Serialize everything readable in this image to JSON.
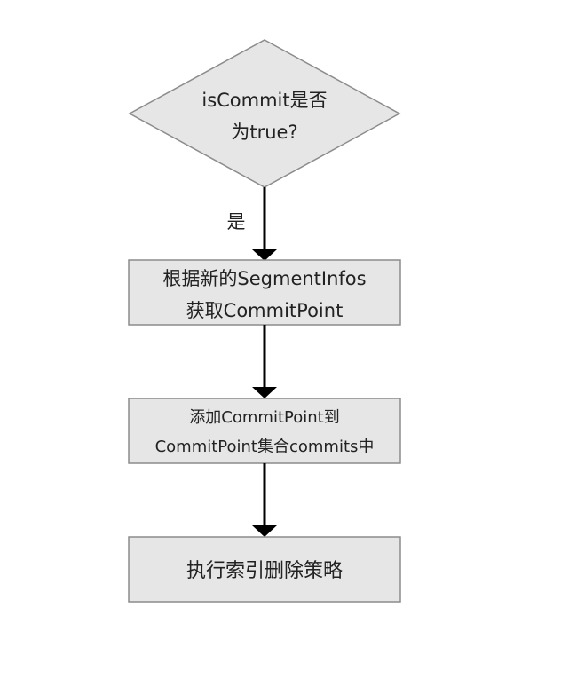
{
  "nodes": {
    "decision": {
      "line1": "isCommit是否",
      "line2": "为true?"
    },
    "step1": {
      "line1": "根据新的SegmentInfos",
      "line2": "获取CommitPoint"
    },
    "step2": {
      "line1": "添加CommitPoint到",
      "line2": "CommitPoint集合commits中"
    },
    "step3": {
      "line1": "执行索引删除策略"
    }
  },
  "edges": {
    "decision_to_step1": {
      "label": "是"
    }
  },
  "colors": {
    "node_fill": "#e6e6e6",
    "node_stroke": "#8c8c8c",
    "arrow": "#000000",
    "text": "#222222"
  }
}
